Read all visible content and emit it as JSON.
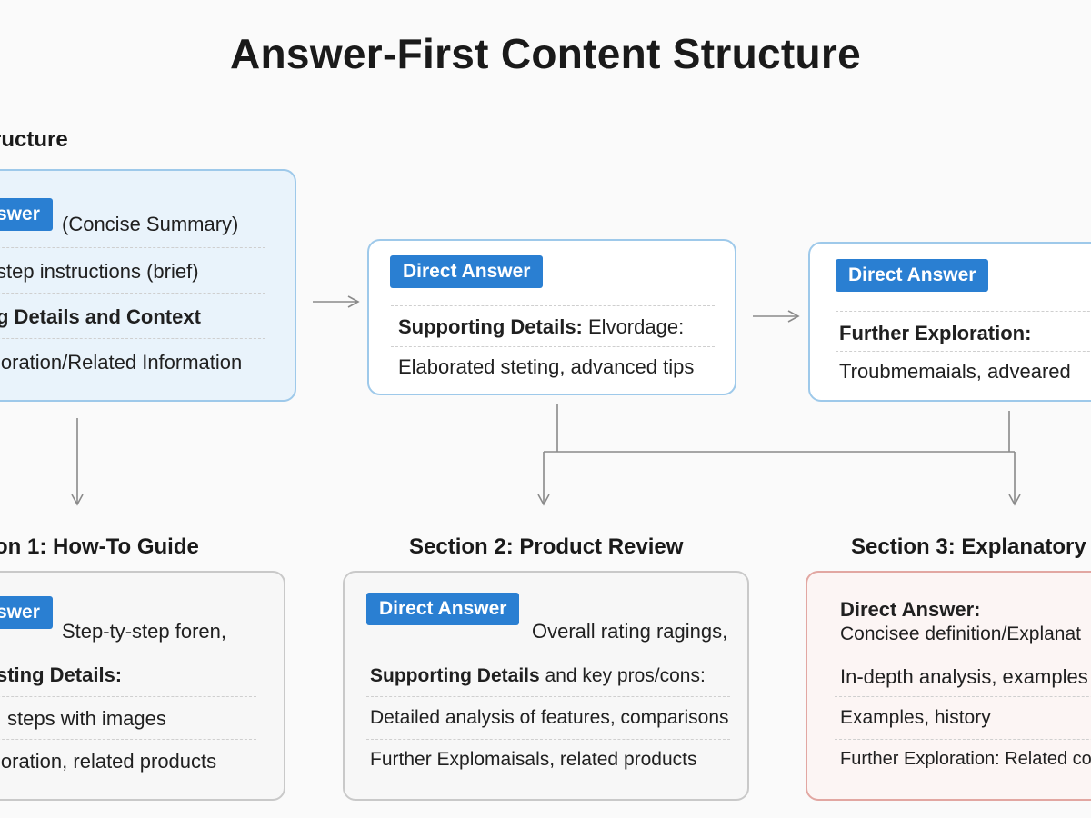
{
  "title": "Answer-First Content Structure",
  "structure_heading": "ructure",
  "main_box": {
    "tag": "swer",
    "lines": [
      "(Concise Summary)",
      "step instructions (brief)",
      "g Details and Context",
      "loration/Related Information"
    ]
  },
  "mid_box": {
    "tag": "Direct Answer",
    "line1_bold": "Supporting Details:",
    "line1_rest": " Elvordage:",
    "line2": "Elaborated steting, advanced tips"
  },
  "right_box": {
    "tag": "Direct Answer",
    "line1_bold": "Further Exploration:",
    "line2": "Troubmemaials, adveared"
  },
  "sections": [
    {
      "heading": "on 1: How-To Guide",
      "tag": "swer",
      "lines": [
        {
          "bold": "",
          "rest": "Step-ty-step foren,"
        },
        {
          "bold": "sting Details:",
          "rest": ""
        },
        {
          "bold": "",
          "rest": "steps with images"
        },
        {
          "bold": "",
          "rest": "loration, related products"
        }
      ]
    },
    {
      "heading": "Section 2: Product Review",
      "tag": "Direct Answer",
      "lines": [
        {
          "bold": "",
          "rest": "Overall rating ragings,"
        },
        {
          "bold": "Supporting Details",
          "rest": " and key pros/cons:"
        },
        {
          "bold": "",
          "rest": "Detailed analysis of features, comparisons"
        },
        {
          "bold": "",
          "rest": "Further Explomaisals, related products"
        }
      ]
    },
    {
      "heading": "Section 3: Explanatory",
      "lines": [
        {
          "bold": "Direct Answer:",
          "rest": ""
        },
        {
          "bold": "",
          "rest": "Conciseе definition/Explanat"
        },
        {
          "bold": "",
          "rest": "In-depth analysis, examples"
        },
        {
          "bold": "",
          "rest": "Examples, history"
        },
        {
          "bold": "",
          "rest": "Further Exploration: Related conce"
        }
      ]
    }
  ],
  "colors": {
    "tag_blue": "#2a7fd2",
    "box_blue_border": "#9ec9ea",
    "box_red_border": "#e2a7a2",
    "arrow": "#8a8a8a"
  }
}
